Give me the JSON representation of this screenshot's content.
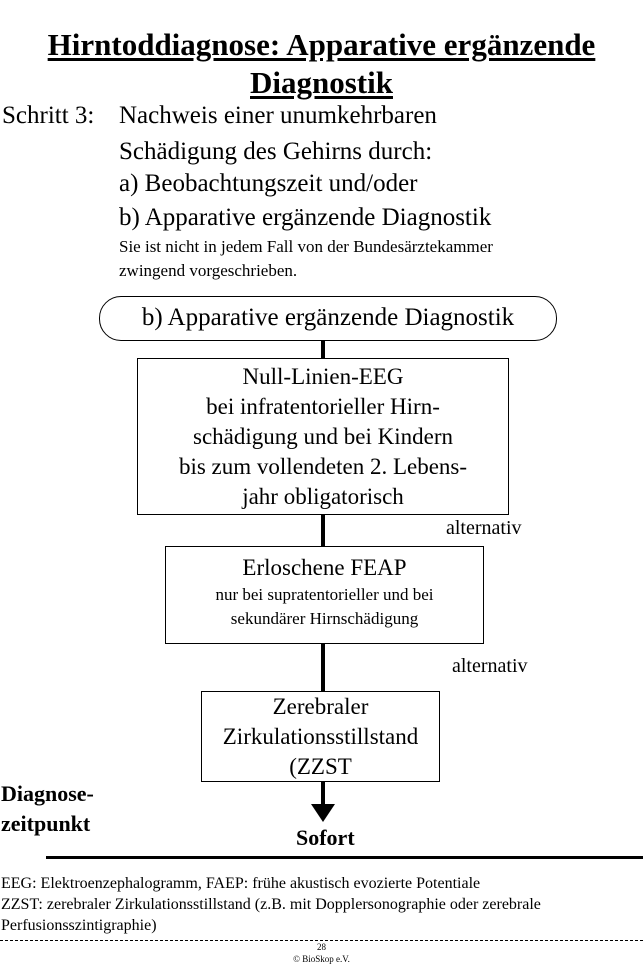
{
  "title": {
    "line1": "Hirntoddiagnose: Apparative ergänzende",
    "line2": "Diagnostik"
  },
  "intro": {
    "step_label": "Schritt 3:",
    "line1": "Nachweis einer unumkehrbaren",
    "line2": "Schädigung des Gehirns durch:",
    "item_a": "a) Beobachtungszeit und/oder",
    "item_b": "b) Apparative ergänzende Diagnostik",
    "note_line1": "Sie ist nicht in jedem Fall von der Bundesärztekammer",
    "note_line2": "zwingend vorgeschrieben."
  },
  "flow": {
    "header": "b) Apparative ergänzende Diagnostik",
    "box1": {
      "line1": "Null-Linien-EEG",
      "line2": "bei infratentorieller Hirn-",
      "line3": "schädigung und bei Kindern",
      "line4": "bis zum vollendeten 2. Lebens-",
      "line5": "jahr obligatorisch"
    },
    "alt1": "alternativ",
    "box2": {
      "line1": "Erloschene FEAP",
      "line2": "nur bei supratentorieller und bei",
      "line3": "sekundärer Hirnschädigung"
    },
    "alt2": "alternativ",
    "box3": {
      "line1": "Zerebraler",
      "line2": "Zirkulationsstillstand",
      "line3": "(ZZST"
    },
    "result": "Sofort"
  },
  "side_label": {
    "line1": "Diagnose-",
    "line2": "zeitpunkt"
  },
  "footnotes": {
    "line1": "EEG: Elektroenzephalogramm, FAEP: frühe akustisch evozierte Potentiale",
    "line2": "ZZST: zerebraler Zirkulationsstillstand (z.B. mit Dopplersonographie oder zerebrale",
    "line3": "Perfusionsszintigraphie)"
  },
  "footer": {
    "page_number": "28",
    "copyright": "© BioSkop e.V."
  }
}
